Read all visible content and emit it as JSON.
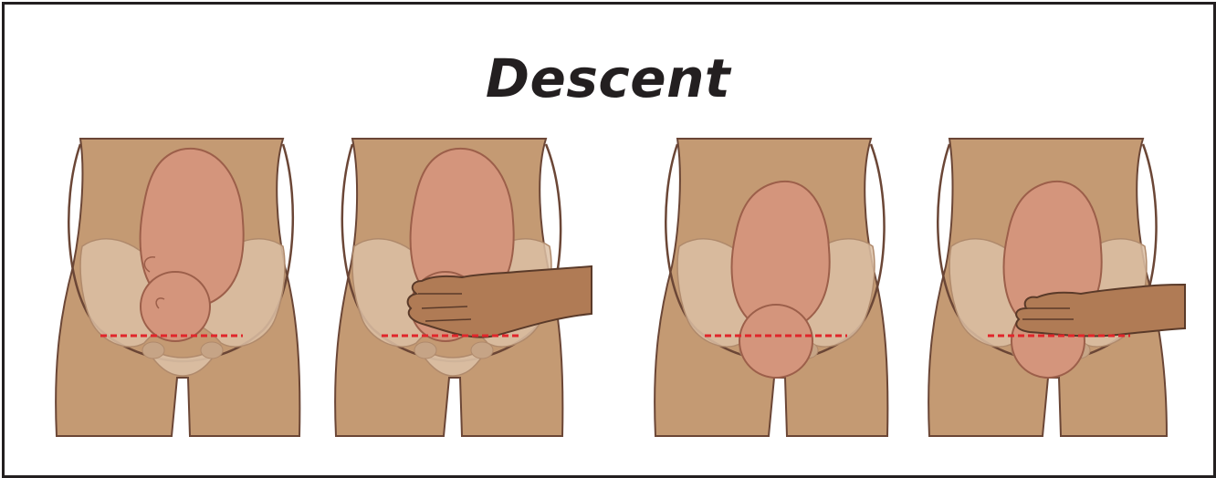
{
  "title": "Descent",
  "colors": {
    "skin": "#c49a73",
    "skin_outline": "#6b4636",
    "pelvis": "#dcc0a5",
    "pelvis_outline": "#b08a6c",
    "baby": "#d4957c",
    "baby_outline": "#9c5f4a",
    "hand": "#b07b55",
    "hand_outline": "#5a3a29",
    "station_line": "#e0262b",
    "frame": "#231f20"
  },
  "panels": [
    {
      "id": "panel-1",
      "stage": "head-high",
      "examiner_hand": false
    },
    {
      "id": "panel-2",
      "stage": "head-high",
      "examiner_hand": true
    },
    {
      "id": "panel-3",
      "stage": "head-descended",
      "examiner_hand": false
    },
    {
      "id": "panel-4",
      "stage": "head-descended",
      "examiner_hand": true
    }
  ]
}
